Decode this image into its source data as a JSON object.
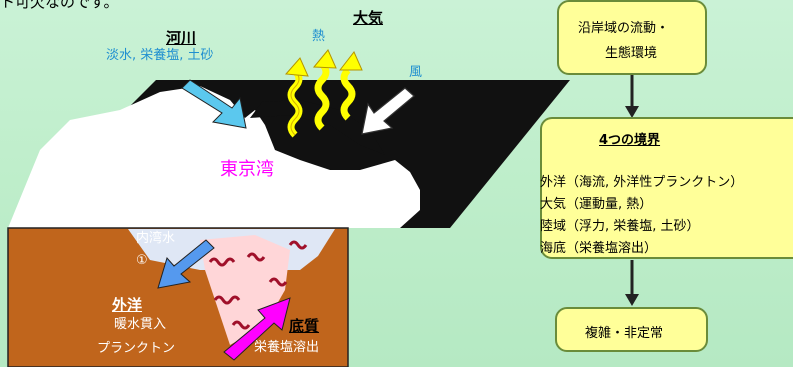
{
  "top_text": "ト可欠なのです。",
  "river": {
    "title": "河川",
    "items": "淡水, 栄養塩, 土砂"
  },
  "atmosphere": {
    "title": "大気",
    "heat": "熱",
    "wind": "風"
  },
  "bay": "東京湾",
  "inner_water": "内湾水",
  "circle_num": "①",
  "ocean": {
    "title": "外洋",
    "line1": "暖水貫入",
    "line2": "プランクトン"
  },
  "sediment": {
    "title": "底質",
    "line1": "栄養塩溶出"
  },
  "flow_box": {
    "line1": "沿岸域の流動・",
    "line2": "生態環境"
  },
  "boundaries": {
    "title": "4つの境界",
    "items": [
      "外洋（海流, 外洋性プランクトン）",
      "大気（運動量, 熱）",
      "陸域（浮力, 栄養塩, 土砂）",
      "海底（栄養塩溶出）"
    ]
  },
  "complex_box": "複雑・非定常",
  "colors": {
    "river_arrow": "#5bc8ee",
    "heat_arrow": "#ffff00",
    "bay_text": "#ff00ff",
    "ocean_arrow": "#5599ee",
    "sediment_arrow": "#ff00ff",
    "box_fill": "#ffff99"
  }
}
